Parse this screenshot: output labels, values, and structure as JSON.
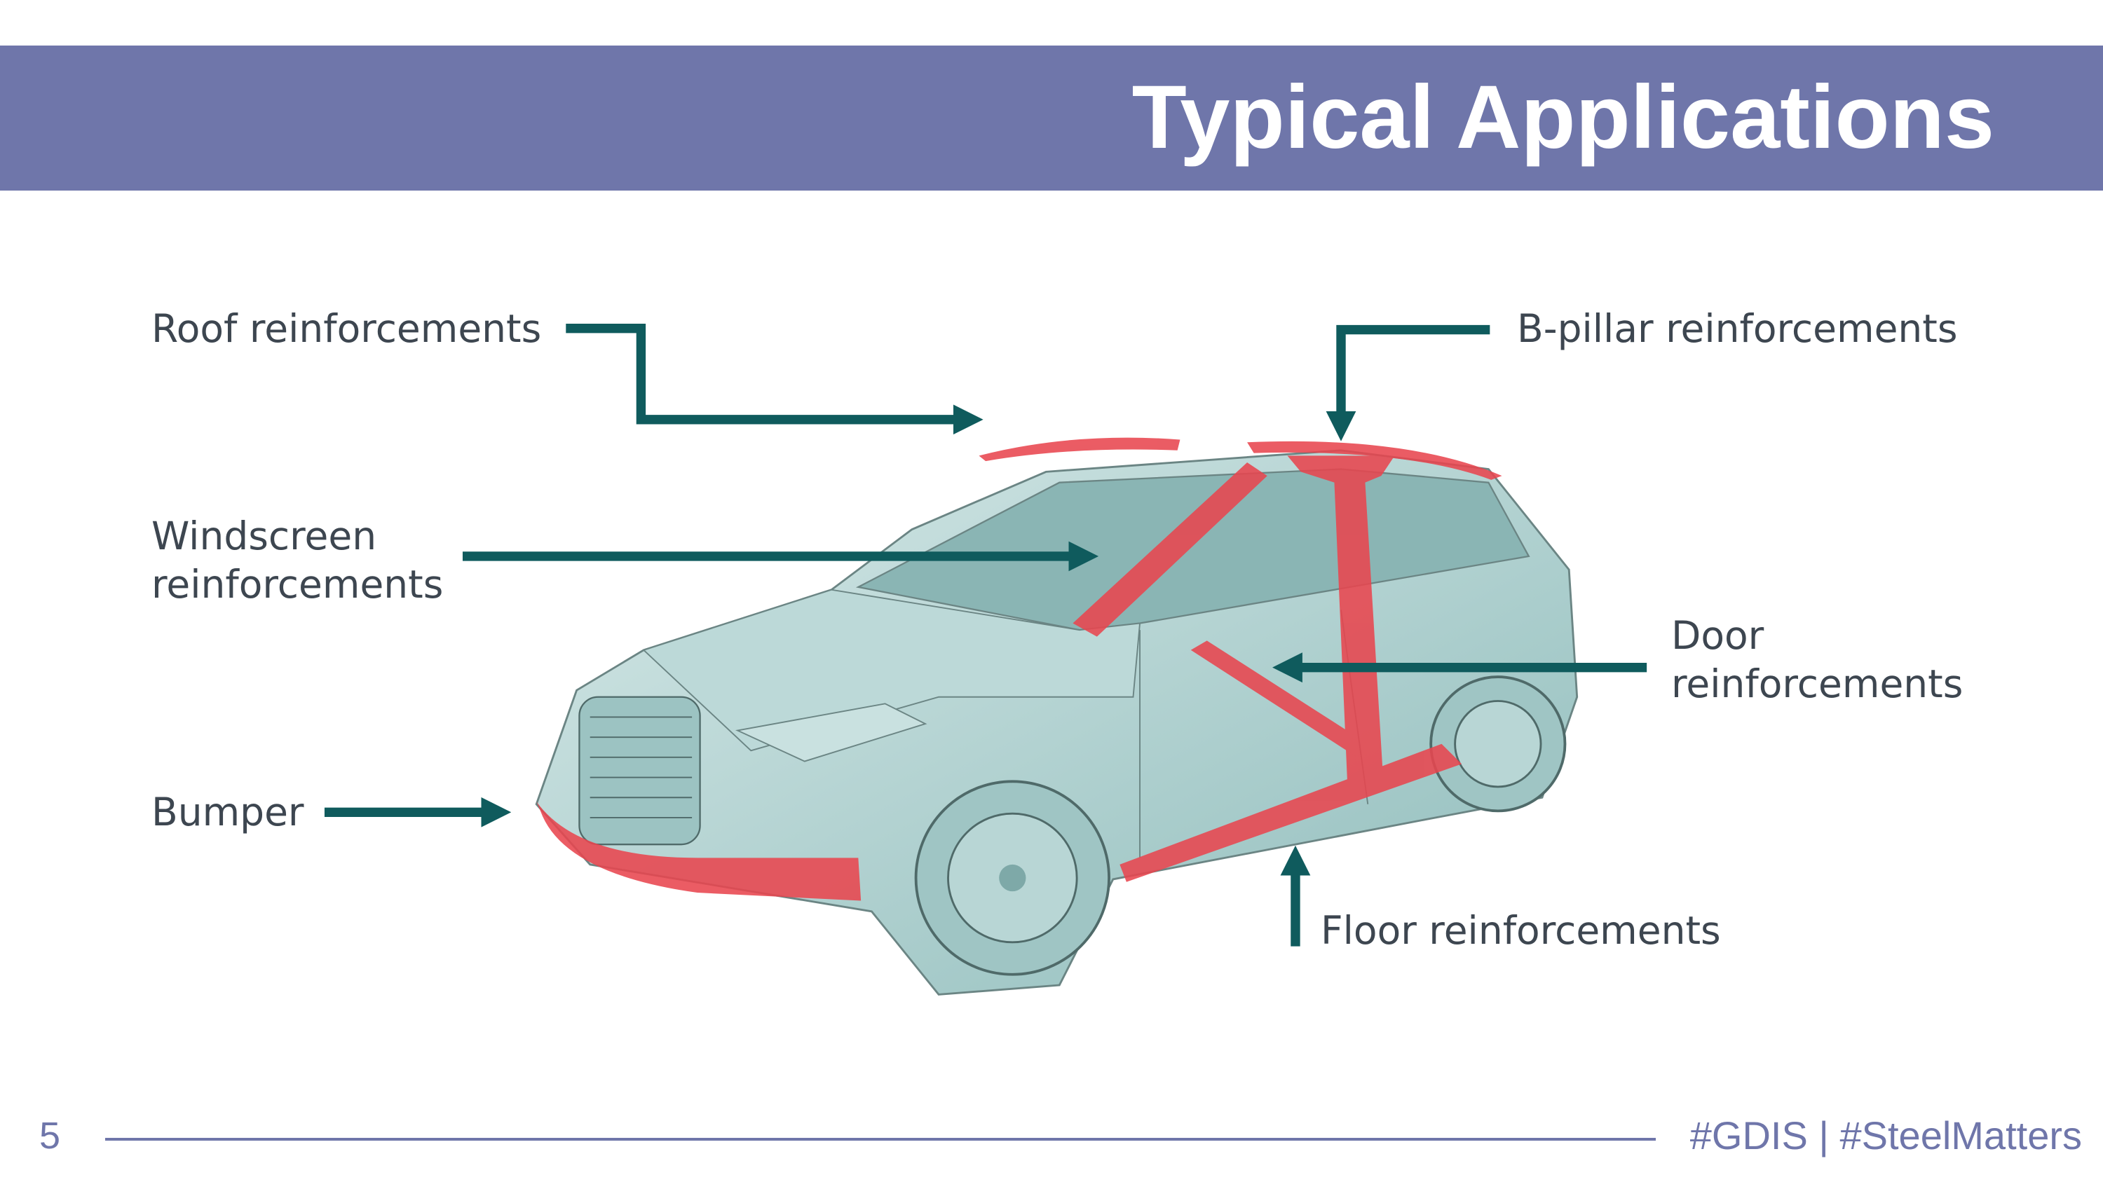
{
  "slide": {
    "title": "Typical Applications",
    "page_number": "5",
    "footer_tags": "#GDIS  | #SteelMatters"
  },
  "labels": {
    "roof": "Roof reinforcements",
    "b_pillar": "B-pillar reinforcements",
    "windscreen_line1": "Windscreen",
    "windscreen_line2": "reinforcements",
    "door_line1": "Door",
    "door_line2": "reinforcements",
    "bumper": "Bumper",
    "floor": "Floor reinforcements"
  },
  "colors": {
    "banner": "#6f76aa",
    "arrow": "#0f5b5d",
    "reinforcement": "#e8464f",
    "car_body": "#a9cdcc"
  }
}
